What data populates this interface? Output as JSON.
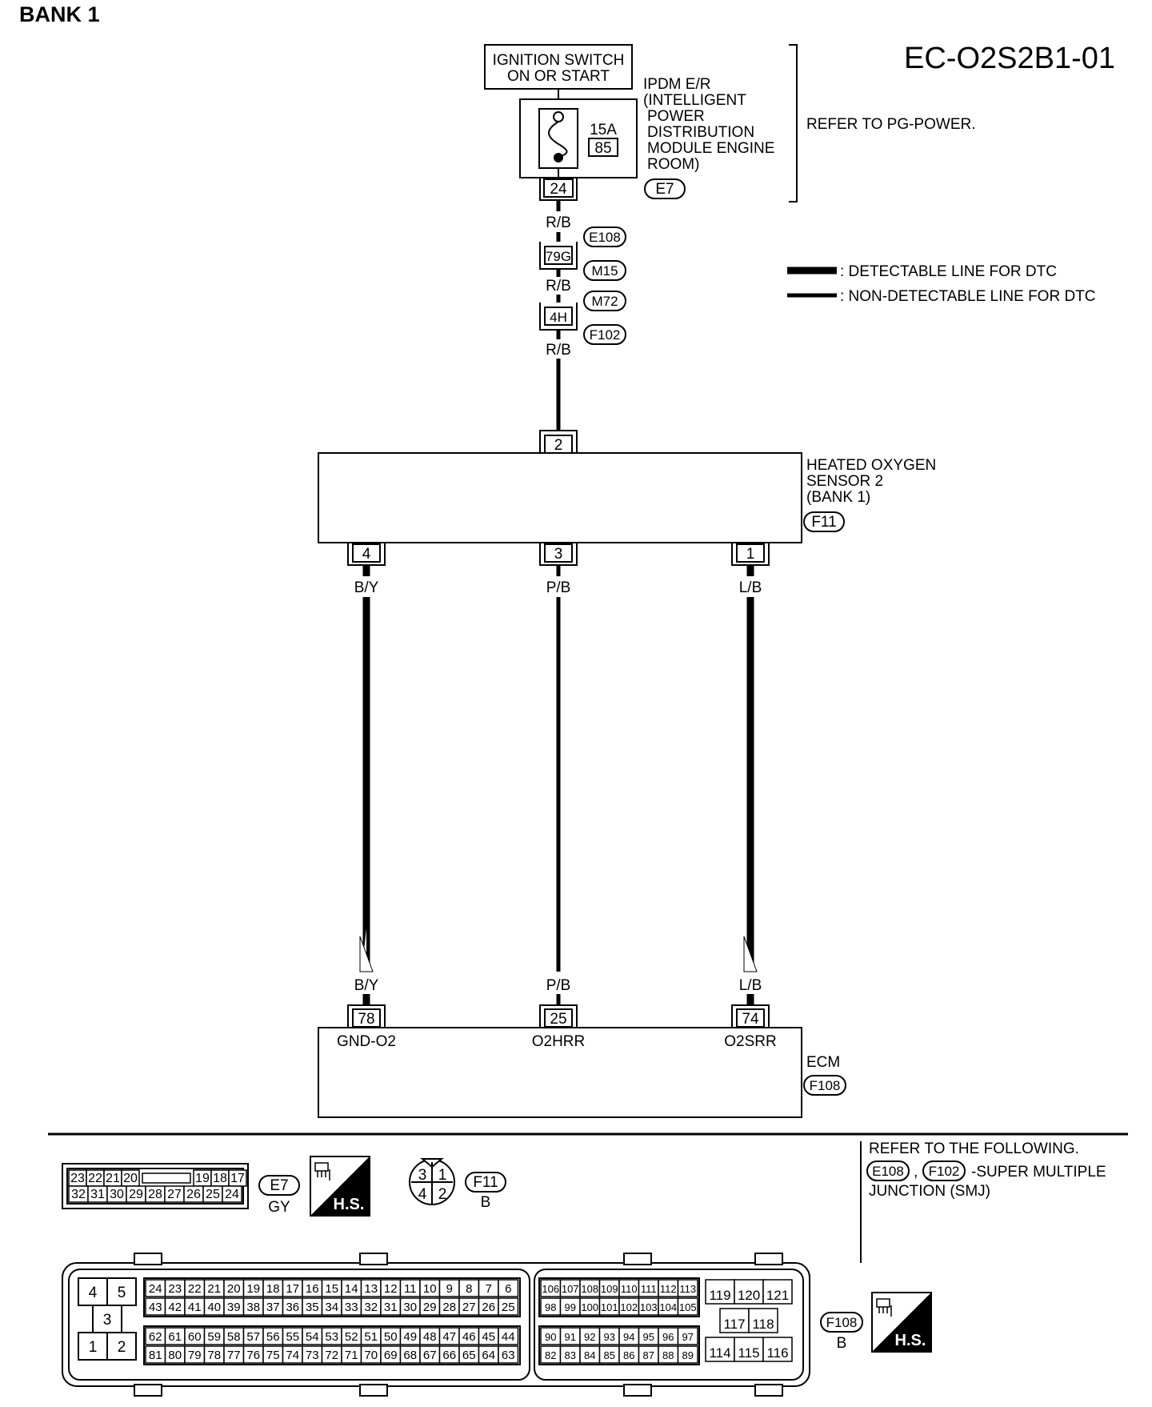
{
  "header": {
    "bank_label": "BANK 1",
    "diagram_id": "EC-O2S2B1-01"
  },
  "ignition": {
    "label_line1": "IGNITION SWITCH",
    "label_line2": "ON OR START"
  },
  "ipdm": {
    "fuse_rating": "15A",
    "fuse_number": "85",
    "terminal": "24",
    "connector": "E7",
    "label_lines": [
      "IPDM E/R",
      "(INTELLIGENT",
      "POWER",
      "DISTRIBUTION",
      "MODULE ENGINE",
      "ROOM)"
    ],
    "refer_note": "REFER TO PG-POWER."
  },
  "harness": {
    "wire_color_1": "R/B",
    "wire_color_2": "R/B",
    "wire_color_3": "R/B",
    "joint1_terminal": "79G",
    "joint1_conn_top": "E108",
    "joint1_conn_bottom": "M15",
    "joint2_terminal": "4H",
    "joint2_conn_top": "M72",
    "joint2_conn_bottom": "F102"
  },
  "legend": {
    "detectable": ": DETECTABLE LINE FOR DTC",
    "non_detectable": ": NON-DETECTABLE LINE FOR DTC"
  },
  "sensor": {
    "top_terminal": "2",
    "label_lines": [
      "HEATED OXYGEN",
      "SENSOR 2",
      "(BANK 1)"
    ],
    "connector": "F11",
    "bottom_terminals": [
      "4",
      "3",
      "1"
    ]
  },
  "wires": {
    "top_colors": [
      "B/Y",
      "P/B",
      "L/B"
    ],
    "bottom_colors": [
      "B/Y",
      "P/B",
      "L/B"
    ]
  },
  "ecm": {
    "terminals": [
      "78",
      "25",
      "74"
    ],
    "signal_names": [
      "GND-O2",
      "O2HRR",
      "O2SRR"
    ],
    "label": "ECM",
    "connector": "F108"
  },
  "footer": {
    "e7_row1": [
      "23",
      "22",
      "21",
      "20",
      "",
      "19",
      "18",
      "17"
    ],
    "e7_row2": [
      "32",
      "31",
      "30",
      "29",
      "28",
      "27",
      "26",
      "25",
      "24"
    ],
    "e7_connector": "E7",
    "e7_color": "GY",
    "hs_label": "H.S.",
    "f11_pins": [
      "3",
      "1",
      "4",
      "2"
    ],
    "f11_connector": "F11",
    "f11_color": "B",
    "refer_title": "REFER TO THE FOLLOWING.",
    "refer_conn1": "E108",
    "refer_sep": ",",
    "refer_conn2": "F102",
    "refer_text_line1": "-SUPER MULTIPLE",
    "refer_text_line2": "JUNCTION (SMJ)",
    "ecm_small_pins": [
      "4",
      "5",
      "3",
      "1",
      "2"
    ],
    "ecm_block_a_row1": [
      "24",
      "23",
      "22",
      "21",
      "20",
      "19",
      "18",
      "17",
      "16",
      "15",
      "14",
      "13",
      "12",
      "11",
      "10",
      "9",
      "8",
      "7",
      "6"
    ],
    "ecm_block_a_row2": [
      "43",
      "42",
      "41",
      "40",
      "39",
      "38",
      "37",
      "36",
      "35",
      "34",
      "33",
      "32",
      "31",
      "30",
      "29",
      "28",
      "27",
      "26",
      "25"
    ],
    "ecm_block_a_row3": [
      "62",
      "61",
      "60",
      "59",
      "58",
      "57",
      "56",
      "55",
      "54",
      "53",
      "52",
      "51",
      "50",
      "49",
      "48",
      "47",
      "46",
      "45",
      "44"
    ],
    "ecm_block_a_row4": [
      "81",
      "80",
      "79",
      "78",
      "77",
      "76",
      "75",
      "74",
      "73",
      "72",
      "71",
      "70",
      "69",
      "68",
      "67",
      "66",
      "65",
      "64",
      "63"
    ],
    "ecm_block_b_row1": [
      "106",
      "107",
      "108",
      "109",
      "110",
      "111",
      "112",
      "113"
    ],
    "ecm_block_b_row2": [
      "98",
      "99",
      "100",
      "101",
      "102",
      "103",
      "104",
      "105"
    ],
    "ecm_block_b_row3": [
      "90",
      "91",
      "92",
      "93",
      "94",
      "95",
      "96",
      "97"
    ],
    "ecm_block_b_row4": [
      "82",
      "83",
      "84",
      "85",
      "86",
      "87",
      "88",
      "89"
    ],
    "ecm_block_c_row1": [
      "119",
      "120",
      "121"
    ],
    "ecm_block_c_row2": [
      "117",
      "118"
    ],
    "ecm_block_c_row3": [
      "114",
      "115",
      "116"
    ],
    "f108_connector": "F108",
    "f108_color": "B"
  }
}
